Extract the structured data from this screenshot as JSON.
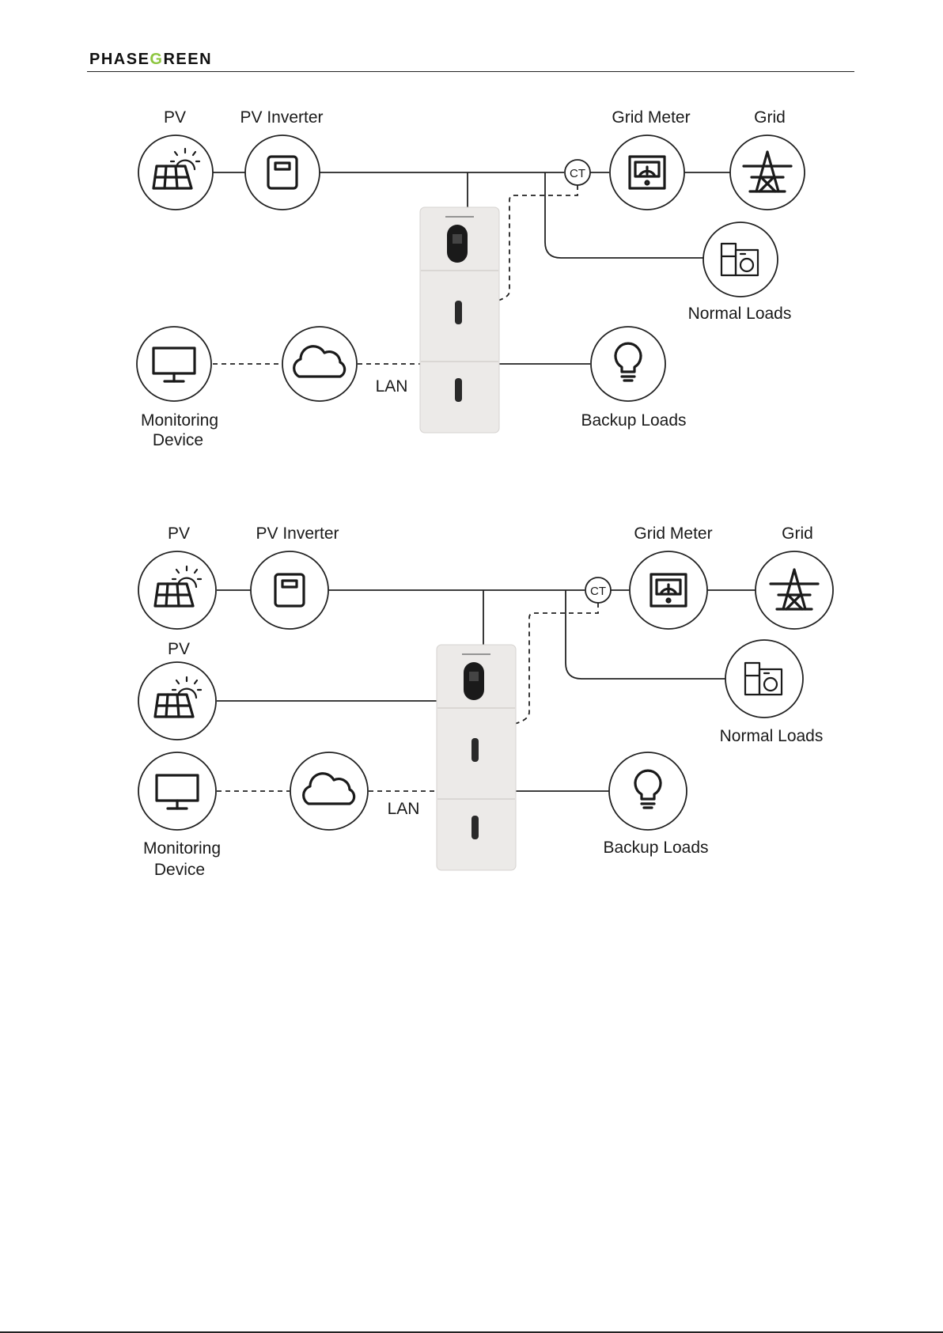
{
  "header": {
    "brand_left": "PHASE",
    "brand_mark": "G",
    "brand_right": "REEN"
  },
  "diagram1": {
    "pv": "PV",
    "pv_inverter": "PV Inverter",
    "grid_meter": "Grid Meter",
    "grid": "Grid",
    "ct": "CT",
    "normal_loads": "Normal Loads",
    "monitoring_line1": "Monitoring",
    "monitoring_line2": "Device",
    "lan": "LAN",
    "backup_loads": "Backup Loads"
  },
  "diagram2": {
    "pv": "PV",
    "pv_inverter": "PV Inverter",
    "pv_dc": "PV",
    "grid_meter": "Grid Meter",
    "grid": "Grid",
    "ct": "CT",
    "normal_loads": "Normal Loads",
    "monitoring_line1": "Monitoring",
    "monitoring_line2": "Device",
    "lan": "LAN",
    "backup_loads": "Backup Loads"
  },
  "icons": [
    "solar-panel-icon",
    "inverter-icon",
    "ct-sensor-icon",
    "meter-icon",
    "pylon-icon",
    "appliances-icon",
    "monitor-icon",
    "cloud-icon",
    "bulb-icon",
    "battery-system"
  ],
  "colors": {
    "brand_green": "#8dc63f",
    "line": "#222222",
    "battery": "#eceae8"
  }
}
